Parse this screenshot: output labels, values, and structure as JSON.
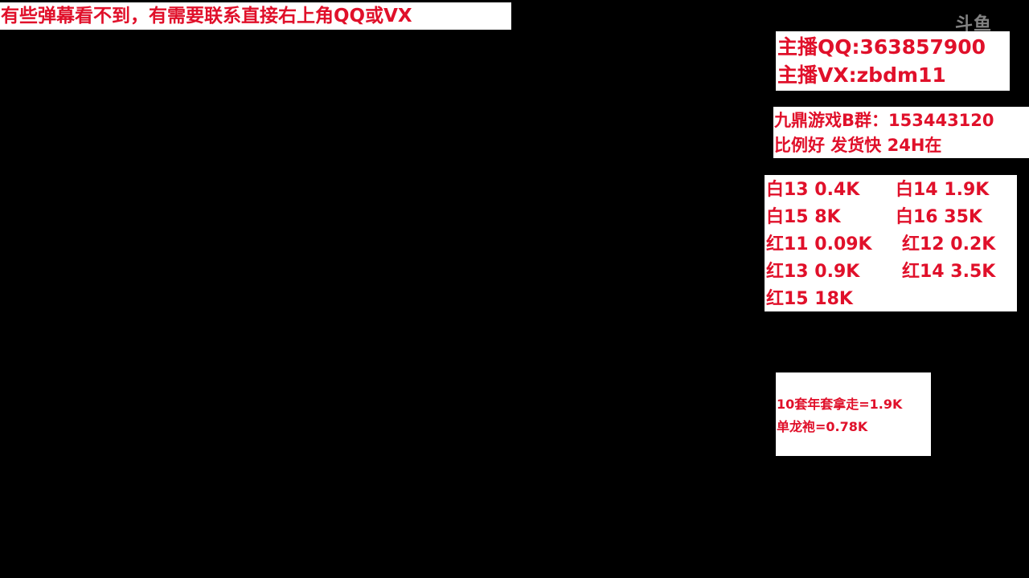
{
  "notice": "有些弹幕看不到，有需要联系直接右上角QQ或VX",
  "watermark": "斗鱼",
  "contact": {
    "qq": "主播QQ:363857900",
    "vx": "主播VX:zbdm11"
  },
  "group": {
    "line1": "九鼎游戏B群：153443120",
    "line2": "比例好 发货快 24H在"
  },
  "prices": {
    "rows": [
      [
        "白13  0.4K",
        "白14  1.9K"
      ],
      [
        "白15  8K",
        "白16 35K"
      ],
      [
        "红11  0.09K",
        "红12  0.2K"
      ],
      [
        "红13  0.9K",
        "红14  3.5K"
      ],
      [
        "红15  18K",
        ""
      ]
    ]
  },
  "sets": {
    "line1": "10套年套拿走=1.9K",
    "line2": "单龙袍=0.78K"
  },
  "colors": {
    "text_red": "#e0102a",
    "panel_bg": "#ffffff",
    "stage_bg": "#000000"
  }
}
